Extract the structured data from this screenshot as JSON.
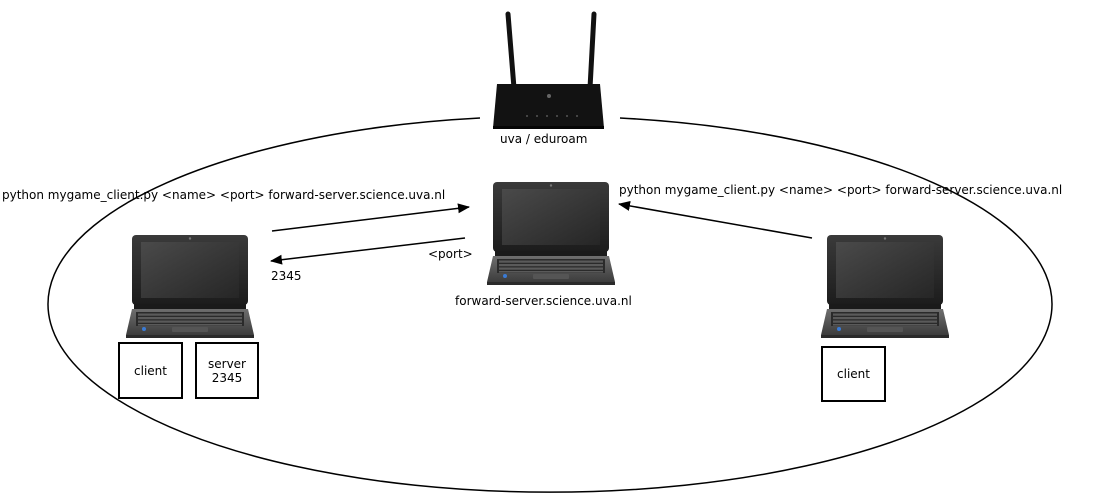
{
  "router": {
    "label": "uva / eduroam"
  },
  "forward_server": {
    "label": "forward-server.science.uva.nl"
  },
  "left_host": {
    "command": "python mygame_client.py <name> <port> forward-server.science.uva.nl",
    "reply_port": "2345",
    "boxes": {
      "client": "client",
      "server": "server",
      "server_port": "2345"
    }
  },
  "right_host": {
    "command": "python mygame_client.py <name> <port> forward-server.science.uva.nl",
    "boxes": {
      "client": "client"
    }
  },
  "link_labels": {
    "port": "<port>"
  }
}
